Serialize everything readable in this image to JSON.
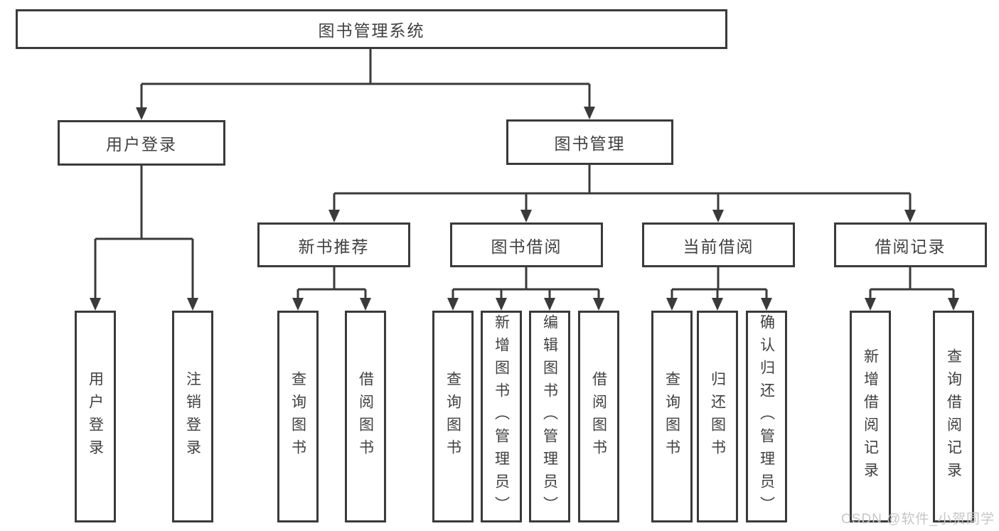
{
  "colors": {
    "line": "#3a3a3a",
    "text": "#404040",
    "watermark": "#c6c6c6",
    "background": "#ffffff"
  },
  "tree": {
    "root": {
      "label": "图书管理系统"
    },
    "userLogin": {
      "label": "用户登录",
      "children": [
        {
          "label": "用户登录"
        },
        {
          "label": "注销登录"
        }
      ]
    },
    "bookMgmt": {
      "label": "图书管理",
      "children": [
        {
          "label": "新书推荐",
          "children": [
            {
              "label": "查询图书"
            },
            {
              "label": "借阅图书"
            }
          ]
        },
        {
          "label": "图书借阅",
          "children": [
            {
              "label": "查询图书"
            },
            {
              "label": "新增图书（管理员）"
            },
            {
              "label": "编辑图书（管理员）"
            },
            {
              "label": "借阅图书"
            }
          ]
        },
        {
          "label": "当前借阅",
          "children": [
            {
              "label": "查询图书"
            },
            {
              "label": "归还图书"
            },
            {
              "label": "确认归还（管理员）"
            }
          ]
        },
        {
          "label": "借阅记录",
          "children": [
            {
              "label": "新增借阅记录"
            },
            {
              "label": "查询借阅记录"
            }
          ]
        }
      ]
    }
  },
  "watermark": {
    "text": "CSDN @软件_小贺同学"
  }
}
